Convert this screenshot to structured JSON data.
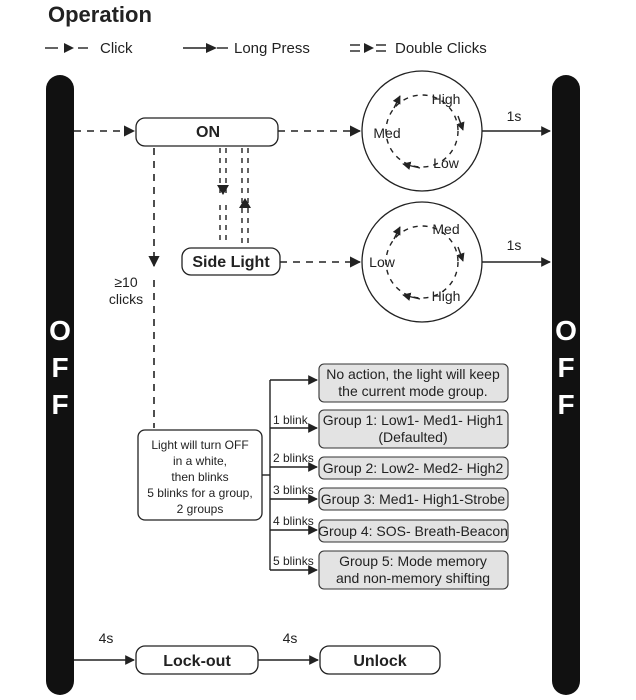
{
  "title": "Operation",
  "legend": {
    "click": "Click",
    "long_press": "Long Press",
    "double_clicks": "Double Clicks"
  },
  "off_label": [
    "O",
    "F",
    "F"
  ],
  "on_label": "ON",
  "side_light_label": "Side Light",
  "on_cycle": {
    "top": "High",
    "left": "Med",
    "bottom": "Low"
  },
  "side_cycle": {
    "top": "Med",
    "left": "Low",
    "bottom": "High"
  },
  "timing": {
    "one_second": "1s",
    "four_seconds": "4s"
  },
  "ten_clicks": {
    "line1": "≥10",
    "line2": "clicks"
  },
  "group_info": [
    "Light will turn OFF",
    "in a white,",
    "then blinks",
    "5 blinks for a group,",
    "2 groups"
  ],
  "options": [
    {
      "blink": "",
      "lines": [
        "No action, the light will keep",
        "the current mode group."
      ]
    },
    {
      "blink": "1 blink",
      "lines": [
        "Group 1: Low1- Med1- High1",
        "(Defaulted)"
      ]
    },
    {
      "blink": "2 blinks",
      "lines": [
        "Group 2: Low2- Med2- High2"
      ]
    },
    {
      "blink": "3 blinks",
      "lines": [
        "Group 3: Med1- High1-Strobe"
      ]
    },
    {
      "blink": "4 blinks",
      "lines": [
        "Group 4: SOS- Breath-Beacon"
      ]
    },
    {
      "blink": "5 blinks",
      "lines": [
        "Group 5: Mode memory",
        "and non-memory shifting"
      ]
    }
  ],
  "lockout_label": "Lock-out",
  "unlock_label": "Unlock",
  "colors": {
    "bar": "#111111",
    "option_fill": "#e3e3e3",
    "line": "#222222"
  }
}
